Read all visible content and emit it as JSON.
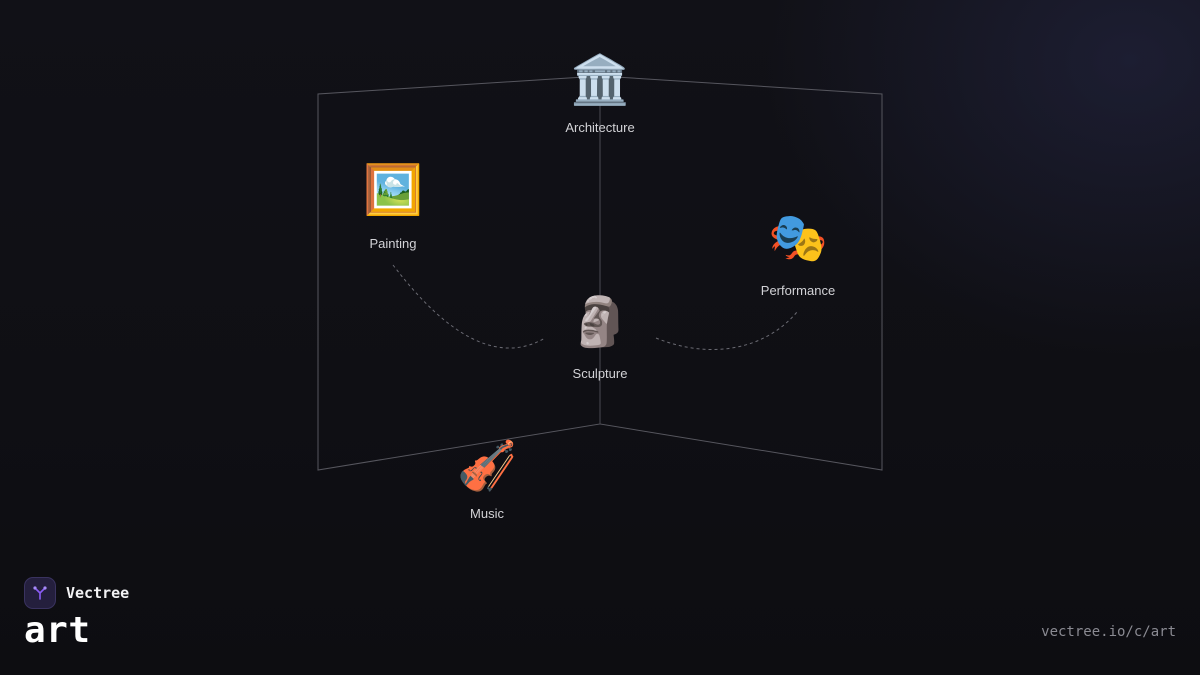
{
  "nodes": [
    {
      "id": "architecture",
      "icon": "classical-building-icon",
      "glyph": "🏛️",
      "label": "Architecture"
    },
    {
      "id": "painting",
      "icon": "framed-picture-icon",
      "glyph": "🖼️",
      "label": "Painting"
    },
    {
      "id": "performance",
      "icon": "performing-arts-masks-icon",
      "glyph": "🎭",
      "label": "Performance"
    },
    {
      "id": "sculpture",
      "icon": "moai-statue-icon",
      "glyph": "🗿",
      "label": "Sculpture"
    },
    {
      "id": "music",
      "icon": "violin-icon",
      "glyph": "🎻",
      "label": "Music"
    }
  ],
  "edges": [
    {
      "from": "painting",
      "to": "sculpture",
      "style": "dashed"
    },
    {
      "from": "sculpture",
      "to": "performance",
      "style": "dashed"
    }
  ],
  "brand": {
    "name": "Vectree",
    "logo_icon": "vectree-tree-icon",
    "accent_color": "#8b5cf6"
  },
  "page": {
    "title": "art",
    "url": "vectree.io/c/art"
  },
  "colors": {
    "background": "#111117",
    "frame_line": "#5a5a62",
    "dashed_edge": "#6a6a72",
    "label": "#d2d2d6"
  }
}
